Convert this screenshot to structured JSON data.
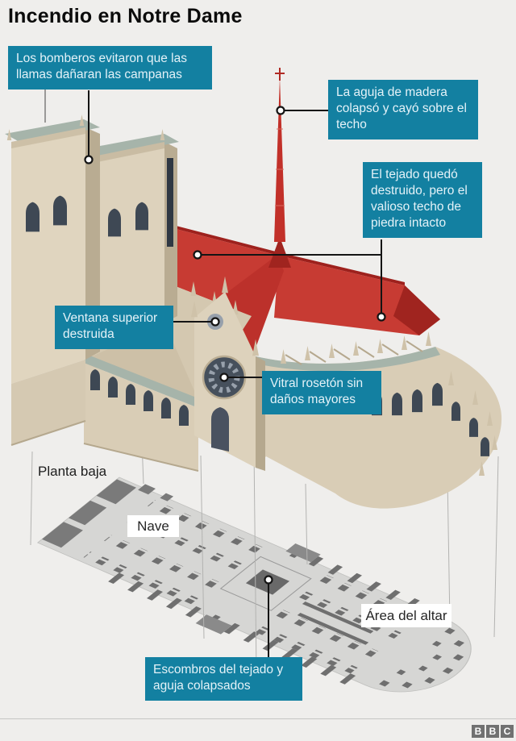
{
  "title": "Incendio en Notre Dame",
  "callouts": {
    "bells": "Los bomberos evitaron que las llamas dañaran las campanas",
    "spire": "La aguja de madera colapsó y cayó sobre el techo",
    "roof": "El tejado quedó destruido, pero el valioso techo de piedra intacto",
    "upper_window": "Ventana superior destruida",
    "rose_window": "Vitral rosetón sin daños mayores",
    "debris": "Escombros del tejado y aguja colapsados"
  },
  "floor_plan": {
    "caption": "Planta baja",
    "nave_label": "Nave",
    "altar_label": "Área del altar"
  },
  "footer": {
    "logo": [
      "B",
      "B",
      "C"
    ]
  },
  "colors": {
    "accent_teal": "#1380a1",
    "fire_red": "#c73b33",
    "fire_red_dark": "#a0241f",
    "stone": "#d9cdb6",
    "stone_shadow": "#b5a88e",
    "window_dark": "#3e4854",
    "roof_green": "#a6b4aa",
    "plan_gray": "#d6d6d4",
    "plan_mark_gray": "#6f6f6f"
  }
}
